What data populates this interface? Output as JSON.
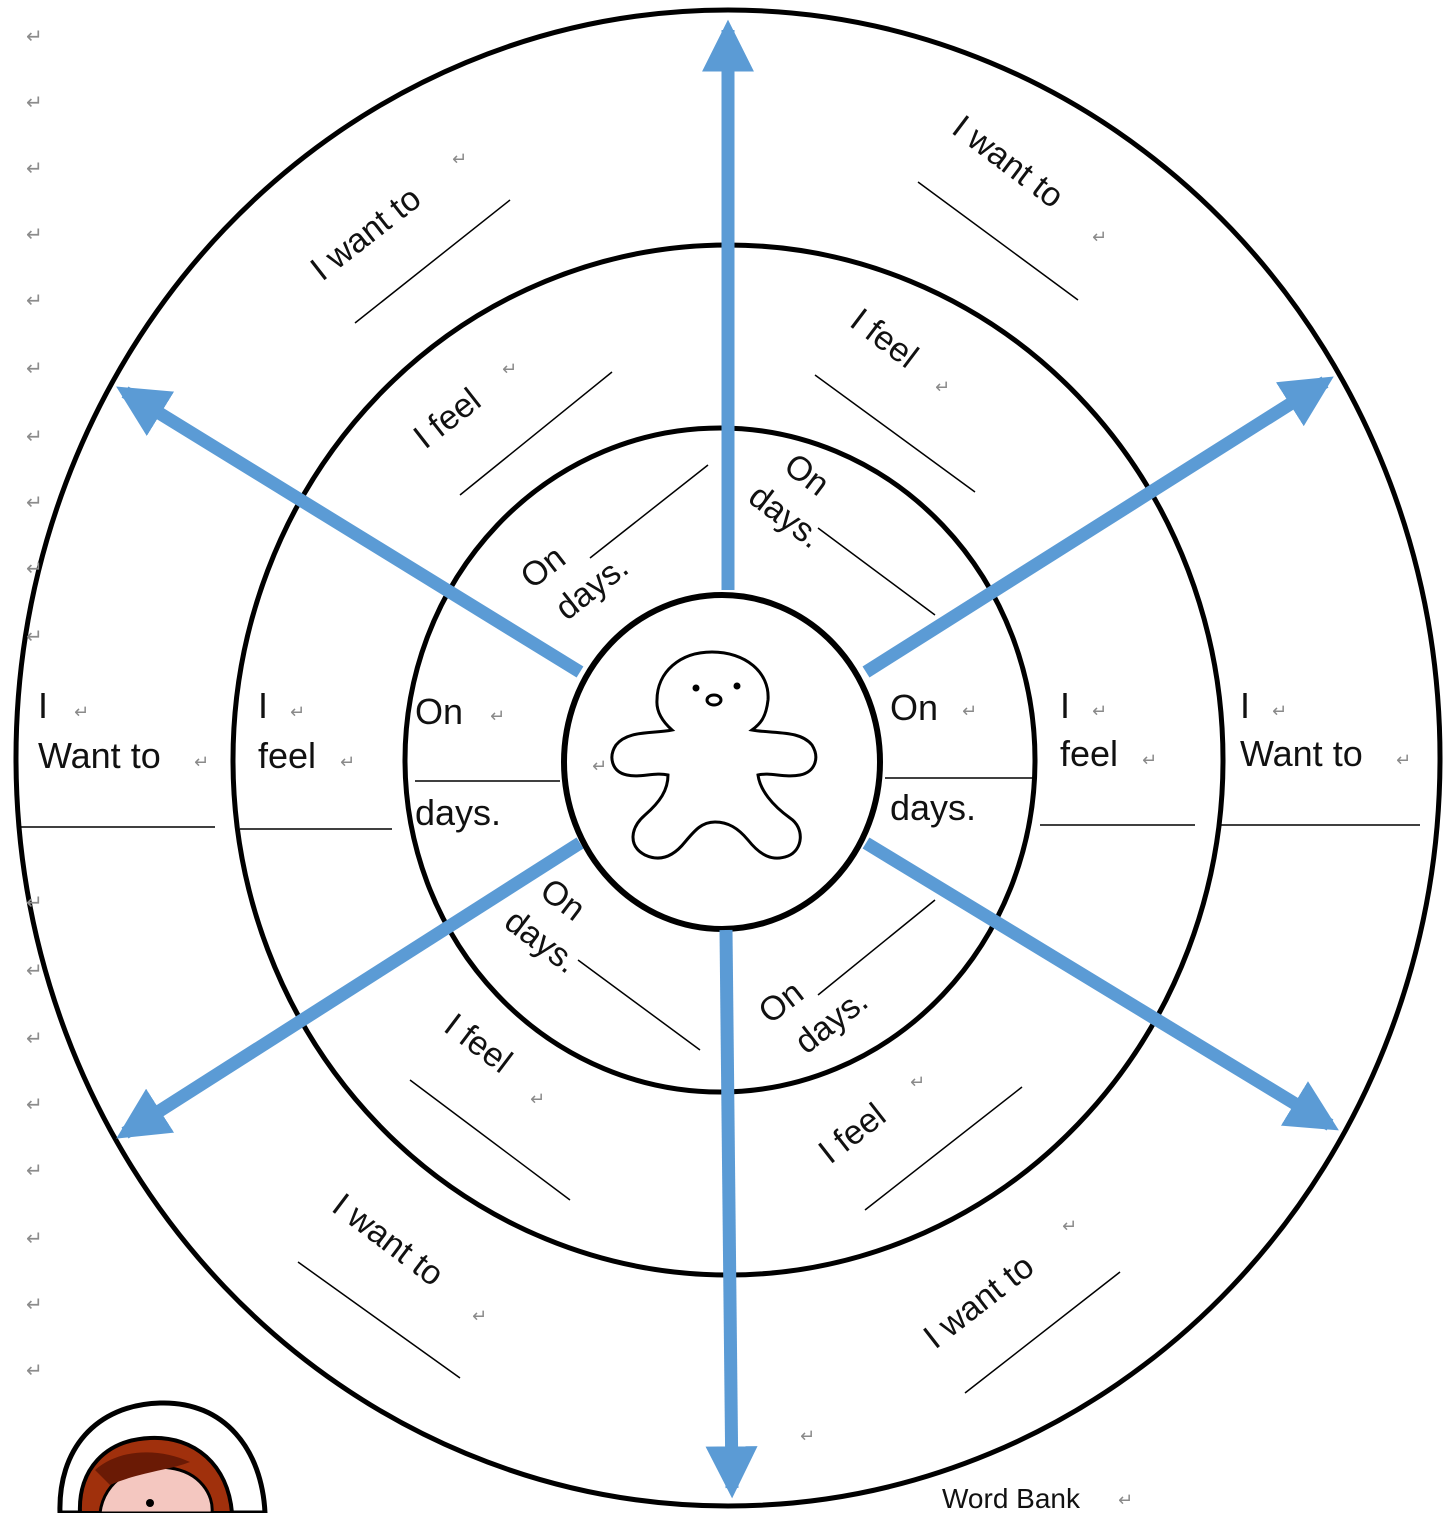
{
  "document": {
    "paragraph_mark": "↵",
    "footer_label": "Word Bank"
  },
  "wheel": {
    "line_color": "#000000",
    "arrow_color": "#5b9bd5",
    "rings": {
      "inner": "On days.",
      "middle": "I feel",
      "outer": "I want to"
    },
    "side_labels": {
      "left": {
        "outer": [
          "I",
          "Want to"
        ],
        "middle": [
          "I",
          "feel"
        ],
        "inner": [
          "On",
          "days."
        ]
      },
      "right": {
        "outer": [
          "I",
          "Want to"
        ],
        "middle": [
          "I",
          "feel"
        ],
        "inner": [
          "On",
          "days."
        ]
      }
    },
    "center_icon": "gingerbread-man-icon"
  },
  "corner_image": "girl-with-headscarf-clipart"
}
